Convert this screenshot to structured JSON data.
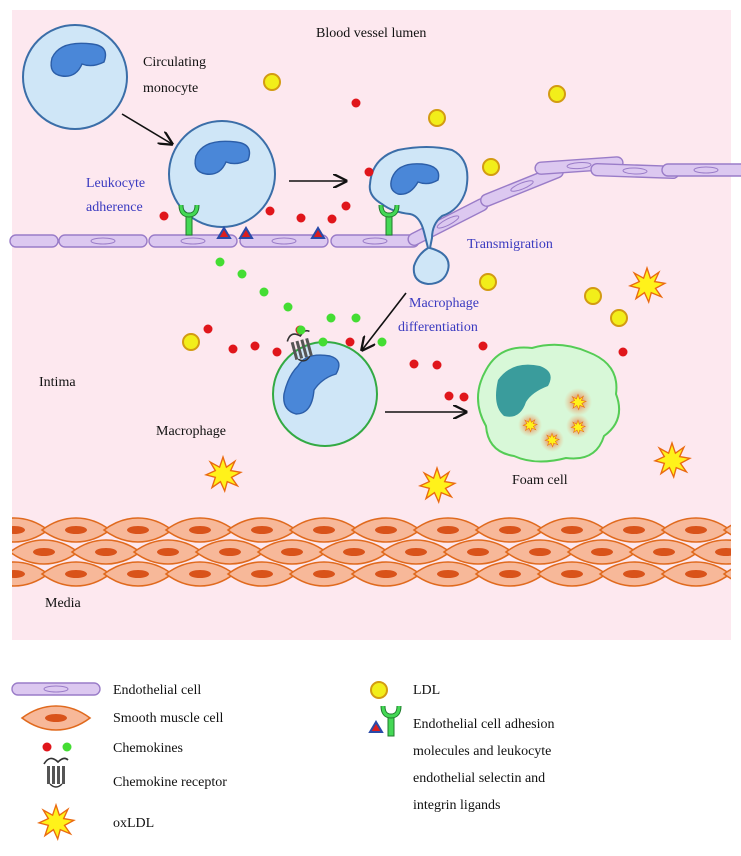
{
  "labels": {
    "lumen": "Blood vessel lumen",
    "circulating_1": "Circulating",
    "circulating_2": "monocyte",
    "leukocyte_1": "Leukocyte",
    "leukocyte_2": "adherence",
    "transmigration": "Transmigration",
    "macro_diff_1": "Macrophage",
    "macro_diff_2": "differentiation",
    "intima": "Intima",
    "macrophage": "Macrophage",
    "foam_cell": "Foam cell",
    "media": "Media"
  },
  "legend": {
    "endothelial": "Endothelial cell",
    "smooth_muscle": "Smooth muscle cell",
    "chemokines": "Chemokines",
    "chemokine_receptor": "Chemokine receptor",
    "oxldl": "oxLDL",
    "ldl": "LDL",
    "adhesion_1": "Endothelial cell adhesion",
    "adhesion_2": "molecules and leukocyte",
    "adhesion_3": "endothelial selectin and",
    "adhesion_4": "integrin ligands"
  },
  "colors": {
    "background_panel": "#fde8ef",
    "endothelial_fill": "#dcc8f0",
    "endothelial_stroke": "#9a7cc8",
    "smooth_muscle_fill": "#f7b899",
    "smooth_muscle_stroke": "#e06a1e",
    "nucleus_muscle": "#d9531a",
    "monocyte_fill": "#cfe6f7",
    "monocyte_stroke": "#3b6ea8",
    "nucleus": "#4a87d8",
    "chemokine_red": "#e0161b",
    "chemokine_green": "#44dd33",
    "ldl_fill": "#f2ee1a",
    "ldl_stroke": "#d39b12",
    "oxldl_fill": "#fff21a",
    "oxldl_stroke": "#ea6a10",
    "foam_fill": "#d8f8d8",
    "foam_stroke": "#55cc55",
    "foam_nucleus": "#3a9c9c",
    "selectin_green": "#44d855",
    "triangle_red": "#dc1e1e",
    "triangle_blue": "#2a4aa8",
    "label_blue": "#3a3ac0"
  },
  "icons": [
    "monocyte-cell",
    "macrophage-cell",
    "foam-cell",
    "ldl-particle",
    "oxldl-star",
    "chemokine-dot",
    "chemokine-receptor",
    "selectin-ligand",
    "adhesion-triangle",
    "endothelial-cell",
    "smooth-muscle-cell",
    "arrow"
  ]
}
